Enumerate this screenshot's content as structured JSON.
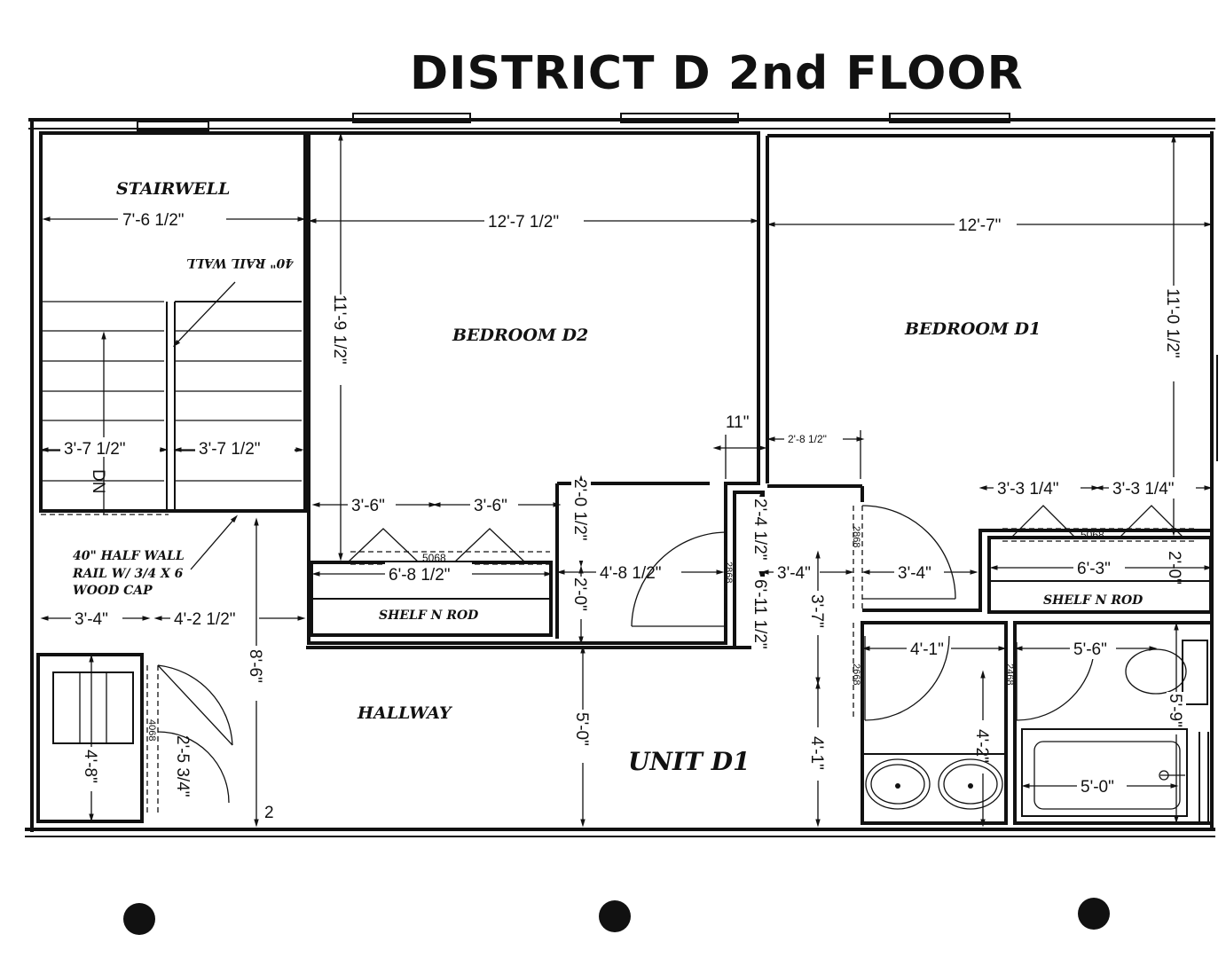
{
  "title": "DISTRICT D 2nd FLOOR",
  "rooms": {
    "stairwell": "STAIRWELL",
    "bedroom_d2": "BEDROOM D2",
    "bedroom_d1": "BEDROOM D1",
    "hallway": "HALLWAY",
    "unit": "UNIT D1",
    "shelf_left": "SHELF N ROD",
    "shelf_right": "SHELF N ROD"
  },
  "notes": {
    "rail_wall": "40\" RAIL WALL",
    "half_wall_1": "40\" HALF WALL",
    "half_wall_2": "RAIL W/ 3/4 X 6",
    "half_wall_3": "WOOD CAP",
    "stair_dn": "DN"
  },
  "dimensions": {
    "stair_width": "7'-6 1/2\"",
    "stair_left": "3'-7 1/2\"",
    "stair_right": "3'-7 1/2\"",
    "hall_left": "3'-4\"",
    "hall_mid": "4'-2 1/2\"",
    "closet_h": "4'-8\"",
    "closet_door_w": "2'-5 3/4\"",
    "hall_height": "8'-6\"",
    "hall_stub": "2",
    "d2_width": "12'-7 1/2\"",
    "d2_height": "11'-9 1/2\"",
    "d2_closet_a": "3'-6\"",
    "d2_closet_b": "3'-6\"",
    "d2_closet_w": "6'-8 1/2\"",
    "d2_closet_depth": "2'-0 1/2\"",
    "d2_closet_depth2": "2'-0\"",
    "d2_door_w": "4'-8 1/2\"",
    "d2_wall": "11\"",
    "hall_5ft": "5'-0\"",
    "d1_width": "12'-7\"",
    "d1_height": "11'-0 1/2\"",
    "d1_gap": "2'-8 1/2\"",
    "d1_vert_1": "2'-4 1/2\"",
    "d1_vert_2": "6'-11 1/2\"",
    "d1_34a": "3'-4\"",
    "d1_34b": "3'-4\"",
    "d1_37": "3'-7\"",
    "d1_closet_a": "3'-3 1/4\"",
    "d1_closet_b": "3'-3 1/4\"",
    "d1_closet_w": "6'-3\"",
    "d1_closet_depth": "2'-0\"",
    "bath_41a": "4'-1\"",
    "bath_41b": "4'-1\"",
    "bath_42": "4'-2\"",
    "bath_56": "5'-6\"",
    "bath_59": "5'-9\"",
    "bath_tub": "5'-0\""
  },
  "door_codes": {
    "win_d2": "5068",
    "win_d1": "5068",
    "door_2868_a": "2868",
    "door_2868_b": "2868",
    "door_2668": "2668",
    "door_2468": "2468",
    "door_4068": "4068"
  }
}
